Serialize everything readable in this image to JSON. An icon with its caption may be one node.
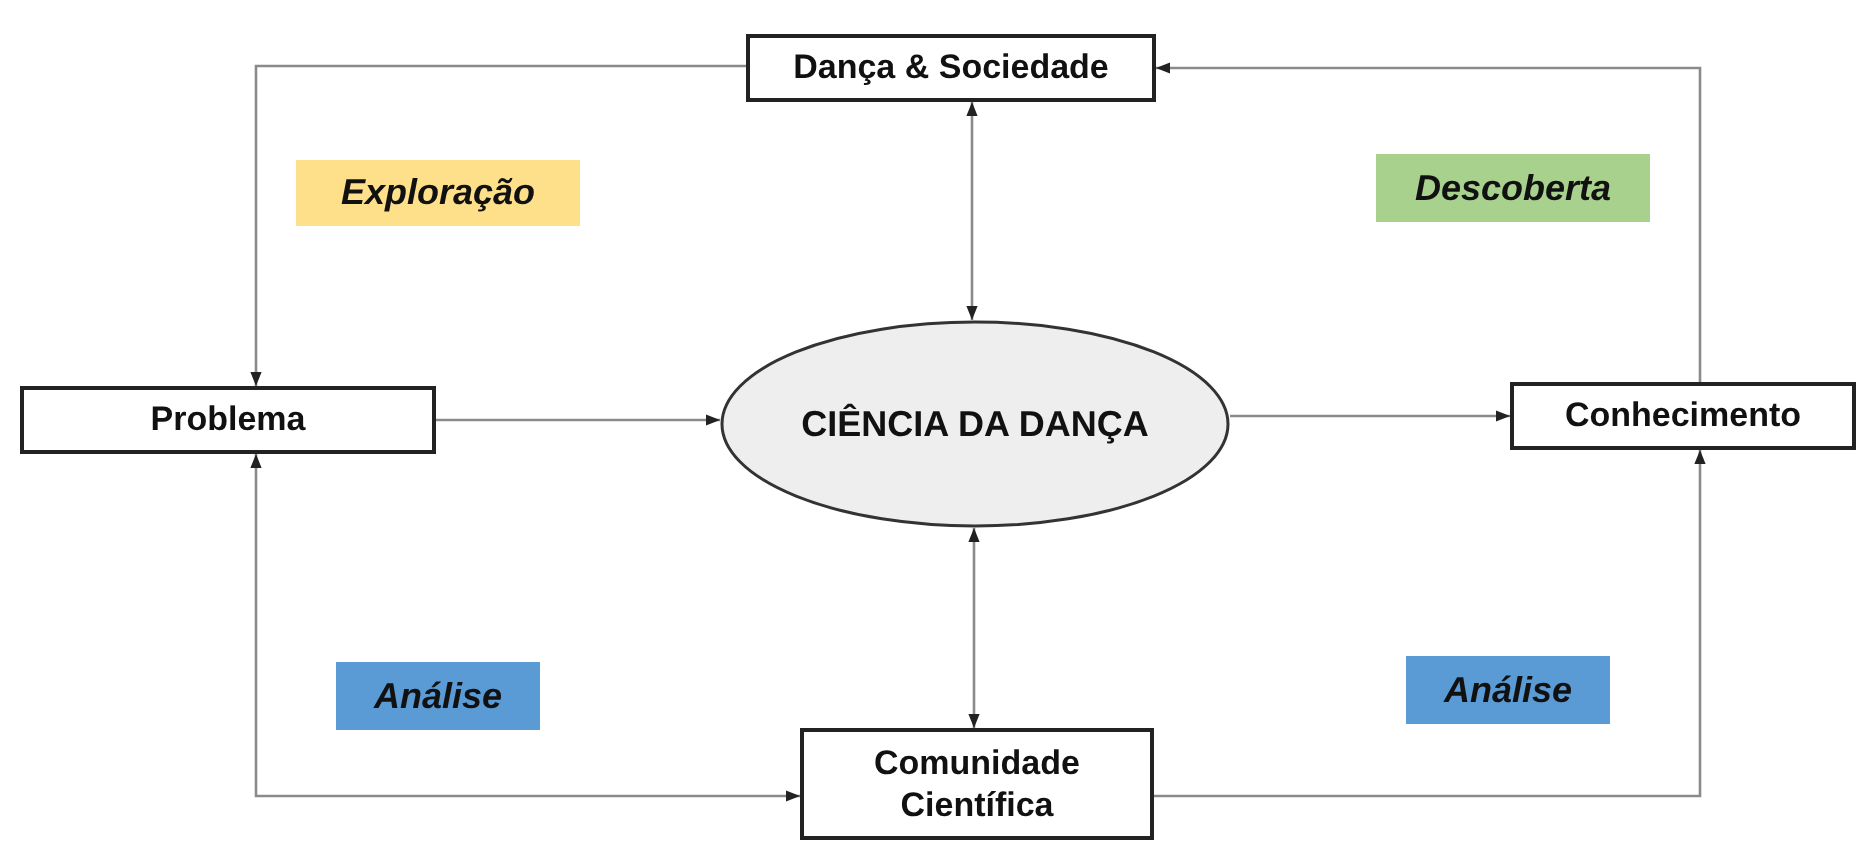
{
  "diagram": {
    "nodes": [
      {
        "text": [
          "Dança & Sociedade"
        ]
      },
      {
        "text": [
          "Exploração"
        ]
      },
      {
        "text": [
          "Descoberta"
        ]
      },
      {
        "text": [
          "Problema"
        ]
      },
      {
        "text": [
          "CIÊNCIA DA DANÇA"
        ]
      },
      {
        "text": [
          "Conhecimento"
        ]
      },
      {
        "text": [
          "Análise"
        ]
      },
      {
        "text": [
          "Análise"
        ]
      },
      {
        "text": [
          "Comunidade Científica"
        ]
      }
    ],
    "edges": [
      {
        "from": 0,
        "to": 3,
        "arrow": "to"
      },
      {
        "from": 5,
        "to": 0,
        "arrow": "to"
      },
      {
        "from": 0,
        "to": 4,
        "arrow": "both"
      },
      {
        "from": 3,
        "to": 4,
        "arrow": "to"
      },
      {
        "from": 4,
        "to": 5,
        "arrow": "to"
      },
      {
        "from": 4,
        "to": 8,
        "arrow": "both"
      },
      {
        "from": 3,
        "to": 8,
        "arrow": "both"
      },
      {
        "from": 8,
        "to": 5,
        "arrow": "to"
      }
    ]
  }
}
